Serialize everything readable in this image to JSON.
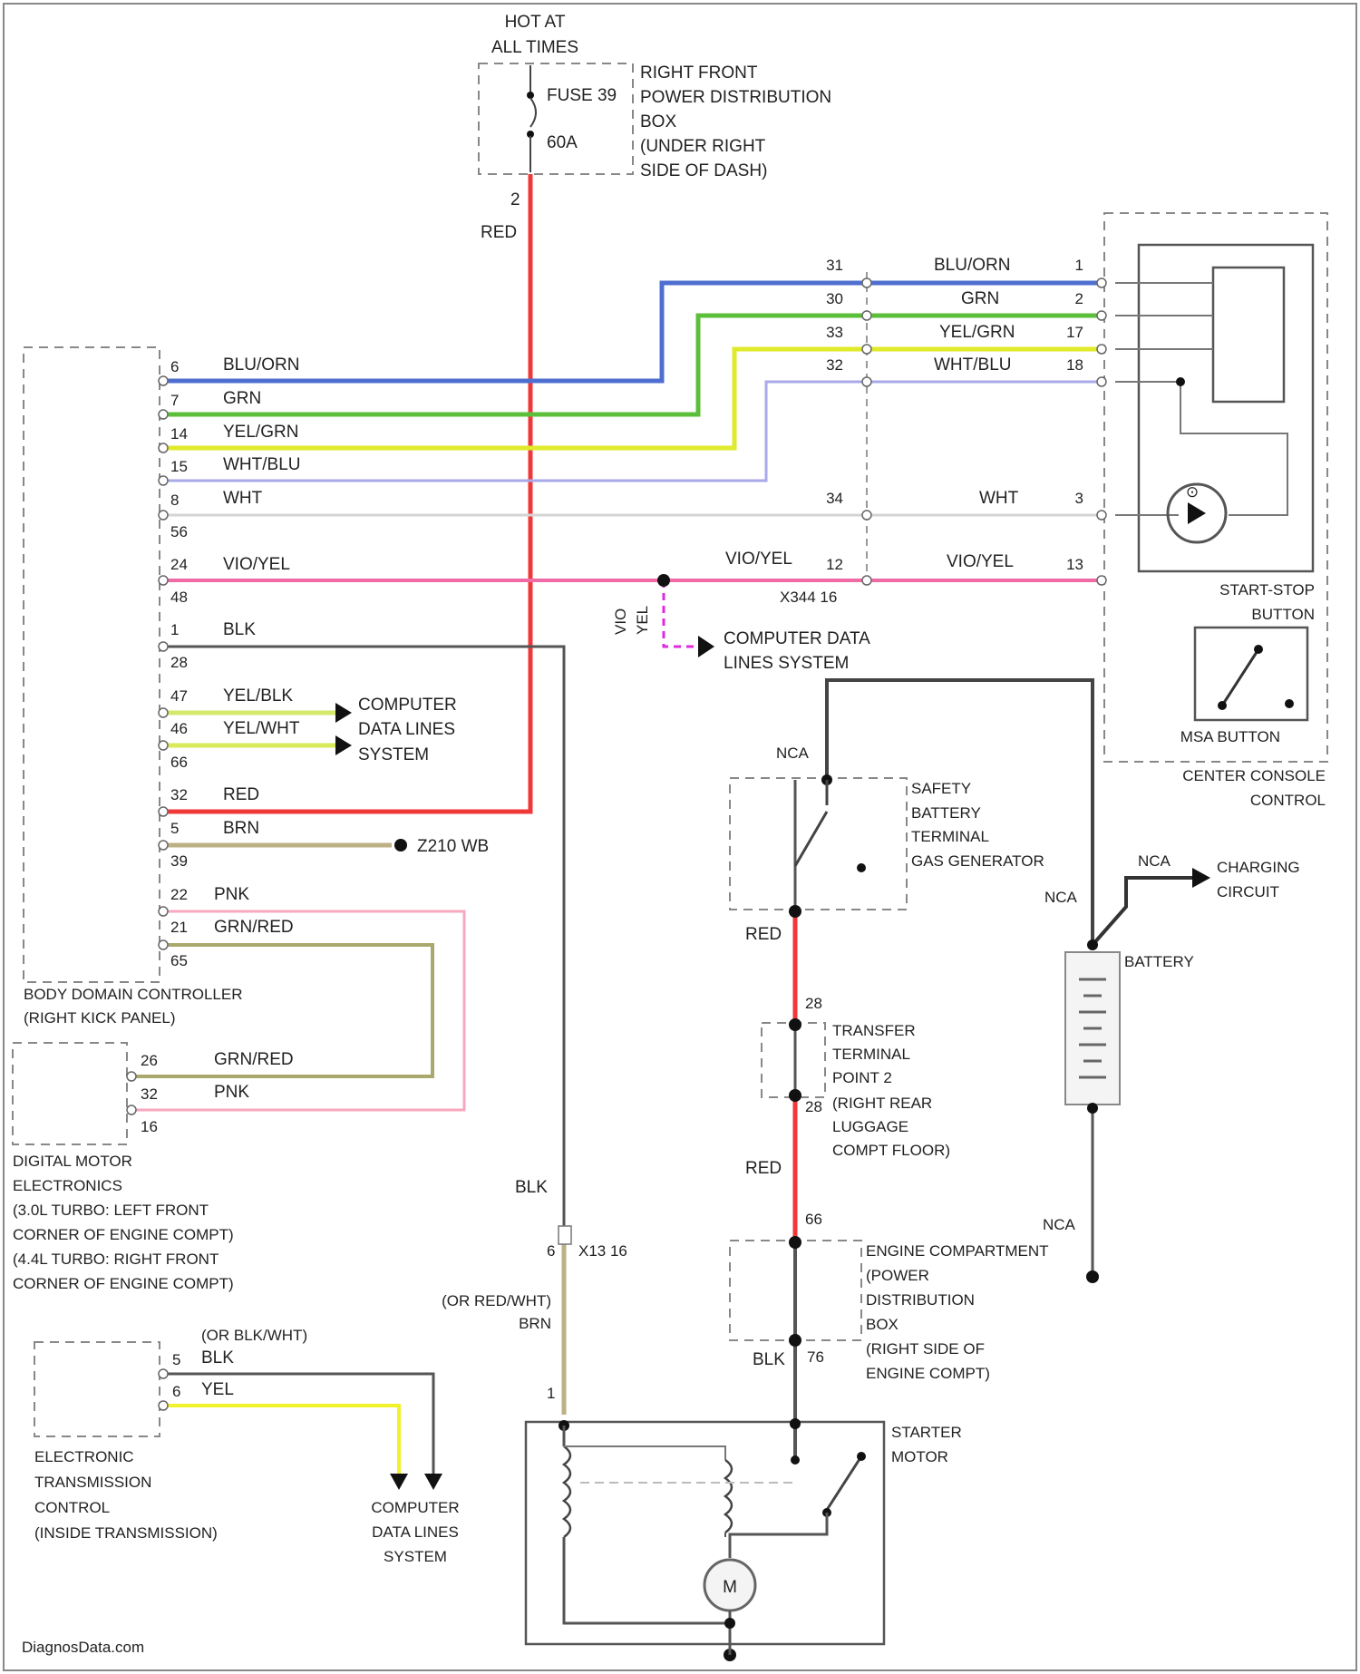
{
  "colors": {
    "blu_orn": "#4f6fd0",
    "grn": "#5cbf3a",
    "yel_grn": "#dfea2a",
    "wht_blu": "#a9a9ea",
    "wht": "#d4d4d4",
    "vio_yel": "#f06aa6",
    "vio_yel_dash": "#e02ae0",
    "blk": "#555555",
    "yel_blk": "#d5e86a",
    "yel_wht": "#d8ea5a",
    "red": "#f03838",
    "brn": "#bdb084",
    "pnk": "#f7a8be",
    "grn_red": "#a9a96e",
    "yel": "#f2f22a"
  },
  "hot": {
    "line1": "HOT AT",
    "line2": "ALL TIMES"
  },
  "fuse": {
    "name": "FUSE 39",
    "amps": "60A",
    "pin": "2",
    "label": [
      "RIGHT FRONT",
      "POWER DISTRIBUTION",
      "BOX",
      "(UNDER RIGHT",
      "SIDE OF DASH)"
    ]
  },
  "wires": {
    "red": "RED",
    "blu_orn": "BLU/ORN",
    "grn": "GRN",
    "yel_grn": "YEL/GRN",
    "wht_blu": "WHT/BLU",
    "wht": "WHT",
    "vio_yel": "VIO/YEL",
    "blk": "BLK",
    "yel_blk": "YEL/BLK",
    "yel_wht": "YEL/WHT",
    "brn": "BRN",
    "pnk": "PNK",
    "grn_red": "GRN/RED",
    "yel": "YEL",
    "red_vio": [
      "VIO",
      "YEL"
    ],
    "or_red_wht": "(OR RED/WHT)",
    "or_blk_wht": "(OR BLK/WHT)",
    "nca": "NCA"
  },
  "body_domain": {
    "label": [
      "BODY DOMAIN CONTROLLER",
      "(RIGHT KICK PANEL)"
    ],
    "pins": [
      "6",
      "7",
      "14",
      "15",
      "8",
      "56",
      "24",
      "48",
      "1",
      "28",
      "47",
      "46",
      "66",
      "32",
      "5",
      "39",
      "22",
      "21",
      "65"
    ]
  },
  "console_pins": {
    "left": [
      "31",
      "30",
      "33",
      "32",
      "34",
      "12"
    ],
    "right": [
      "1",
      "2",
      "17",
      "18",
      "3",
      "13"
    ]
  },
  "x344": "X344 16",
  "x13": {
    "name": "X13 16",
    "pin_top": "6",
    "pin_bottom": "1"
  },
  "data_lines": [
    "COMPUTER DATA",
    "LINES SYSTEM"
  ],
  "data_lines_3": [
    "COMPUTER",
    "DATA LINES",
    "SYSTEM"
  ],
  "z210": "Z210 WB",
  "start_stop": [
    "START-STOP",
    "BUTTON"
  ],
  "msa": "MSA BUTTON",
  "center_console": [
    "CENTER CONSOLE",
    "CONTROL"
  ],
  "safety_battery": [
    "SAFETY",
    "BATTERY",
    "TERMINAL",
    "GAS GENERATOR"
  ],
  "charging": [
    "CHARGING",
    "CIRCUIT"
  ],
  "battery": "BATTERY",
  "transfer": {
    "pin_top": "28",
    "pin_bottom": "28",
    "label": [
      "TRANSFER",
      "TERMINAL",
      "POINT 2",
      "(RIGHT REAR",
      "LUGGAGE",
      "COMPT FLOOR)"
    ]
  },
  "dme": {
    "pins": [
      "26",
      "32",
      "16"
    ],
    "label": [
      "DIGITAL MOTOR",
      "ELECTRONICS",
      "(3.0L TURBO: LEFT FRONT",
      "CORNER OF ENGINE COMPT)",
      "(4.4L TURBO: RIGHT FRONT",
      "CORNER OF ENGINE COMPT)"
    ]
  },
  "engine_pdb": {
    "pin_top": "66",
    "pin_bottom": "76",
    "label": [
      "ENGINE COMPARTMENT",
      "(POWER",
      "DISTRIBUTION",
      "BOX",
      "(RIGHT SIDE OF",
      "ENGINE COMPT)"
    ]
  },
  "etc": {
    "pins": [
      "5",
      "6"
    ],
    "label": [
      "ELECTRONIC",
      "TRANSMISSION",
      "CONTROL",
      "(INSIDE TRANSMISSION)"
    ]
  },
  "starter": {
    "label": [
      "STARTER",
      "MOTOR"
    ],
    "motor": "M"
  },
  "credit": "DiagnosData.com"
}
